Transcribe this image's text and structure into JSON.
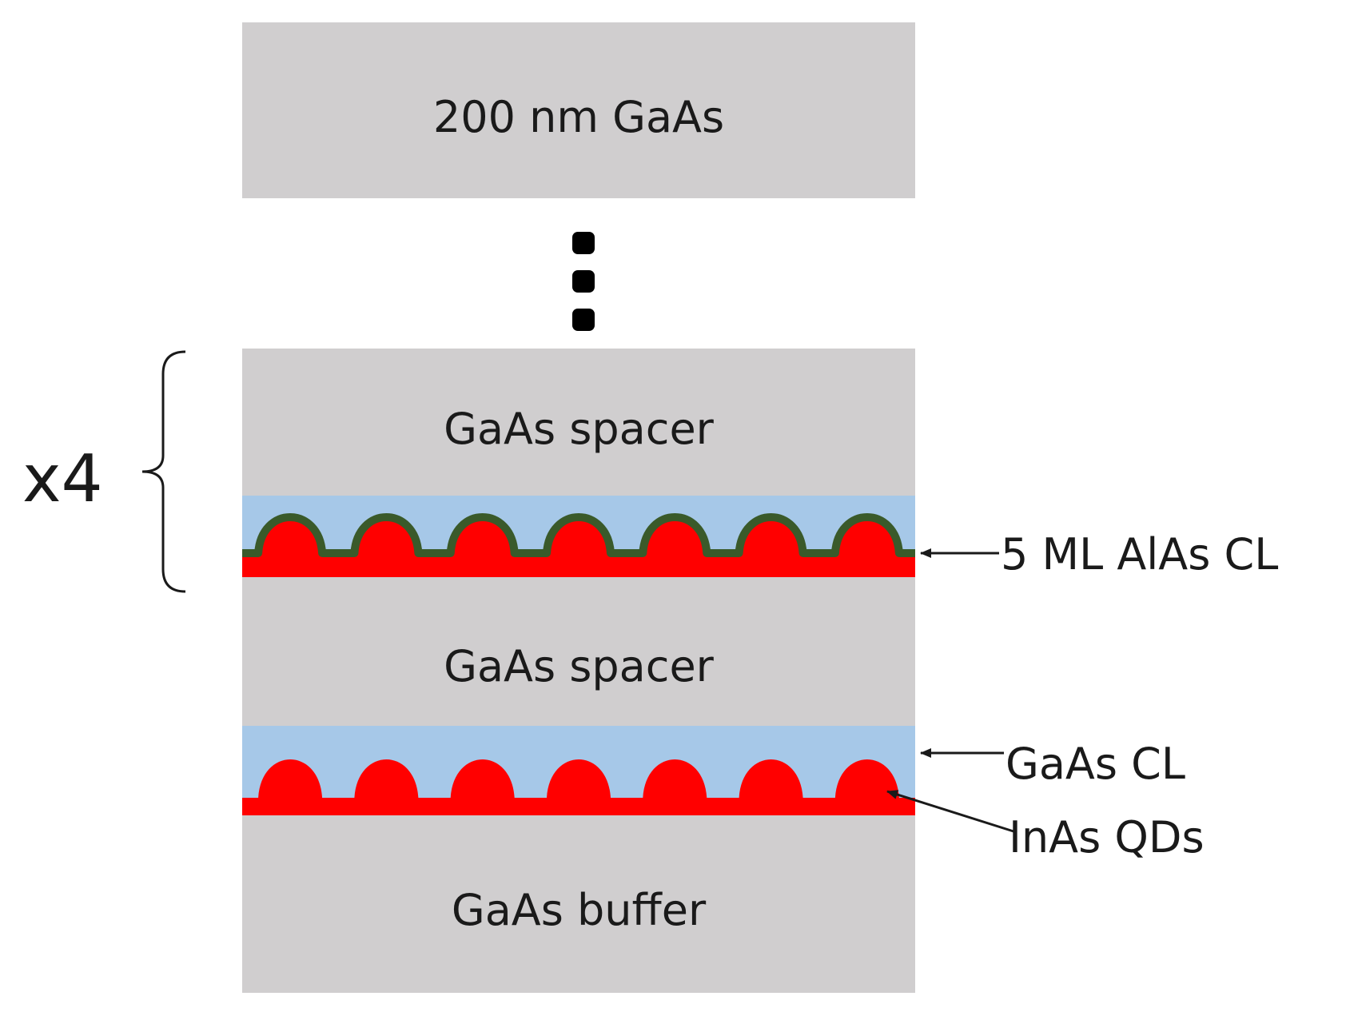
{
  "labels": {
    "top_cap": "200 nm GaAs",
    "spacer_upper": "GaAs spacer",
    "spacer_lower": "GaAs spacer",
    "buffer": "GaAs buffer",
    "repeat": "x4",
    "alas_cap": "5 ML AlAs CL",
    "gaas_cap": "GaAs CL",
    "qds": "InAs QDs"
  },
  "colors": {
    "gaas": "#d0cecf",
    "capping_layer": "#a6c8e8",
    "inas": "#ff0000",
    "alas": "#3a5a2a",
    "text": "#1a1a1a"
  },
  "structure": {
    "repeat_count": 4,
    "dots_per_layer": 7
  }
}
